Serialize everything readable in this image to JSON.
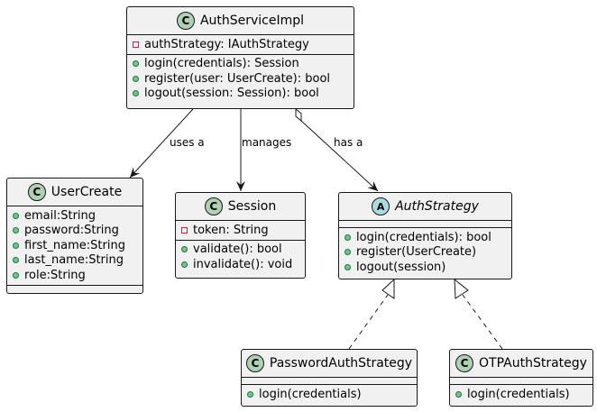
{
  "classes": {
    "auth_service_impl": {
      "name": "AuthServiceImpl",
      "kind": "C",
      "attributes": [
        {
          "visibility": "private",
          "text": "authStrategy: IAuthStrategy"
        }
      ],
      "methods": [
        {
          "visibility": "public",
          "text": "login(credentials): Session"
        },
        {
          "visibility": "public",
          "text": "register(user: UserCreate): bool"
        },
        {
          "visibility": "public",
          "text": "logout(session: Session): bool"
        }
      ]
    },
    "user_create": {
      "name": "UserCreate",
      "kind": "C",
      "attributes": [
        {
          "visibility": "public",
          "text": "email:String"
        },
        {
          "visibility": "public",
          "text": "password:String"
        },
        {
          "visibility": "public",
          "text": "first_name:String"
        },
        {
          "visibility": "public",
          "text": "last_name:String"
        },
        {
          "visibility": "public",
          "text": "role:String"
        }
      ],
      "methods": []
    },
    "session": {
      "name": "Session",
      "kind": "C",
      "attributes": [
        {
          "visibility": "private",
          "text": "token: String"
        }
      ],
      "methods": [
        {
          "visibility": "public",
          "text": "validate(): bool"
        },
        {
          "visibility": "public",
          "text": "invalidate(): void"
        }
      ]
    },
    "auth_strategy": {
      "name": "AuthStrategy",
      "kind": "A",
      "attributes": [],
      "methods": [
        {
          "visibility": "public",
          "text": "login(credentials): bool"
        },
        {
          "visibility": "public",
          "text": "register(UserCreate)"
        },
        {
          "visibility": "public",
          "text": "logout(session)"
        }
      ]
    },
    "password_auth_strategy": {
      "name": "PasswordAuthStrategy",
      "kind": "C",
      "attributes": [],
      "methods": [
        {
          "visibility": "public",
          "text": "login(credentials)"
        }
      ]
    },
    "otp_auth_strategy": {
      "name": "OTPAuthStrategy",
      "kind": "C",
      "attributes": [],
      "methods": [
        {
          "visibility": "public",
          "text": "login(credentials)"
        }
      ]
    }
  },
  "relations": {
    "uses": "uses a",
    "manages": "manages",
    "has": "has a"
  },
  "colors": {
    "class_fill": "#f1f1f1",
    "border": "#181818",
    "class_badge": "#add1b2",
    "abstract_badge": "#a9dcdf",
    "public_dot": "#84be84",
    "private_box": "#c82930"
  }
}
